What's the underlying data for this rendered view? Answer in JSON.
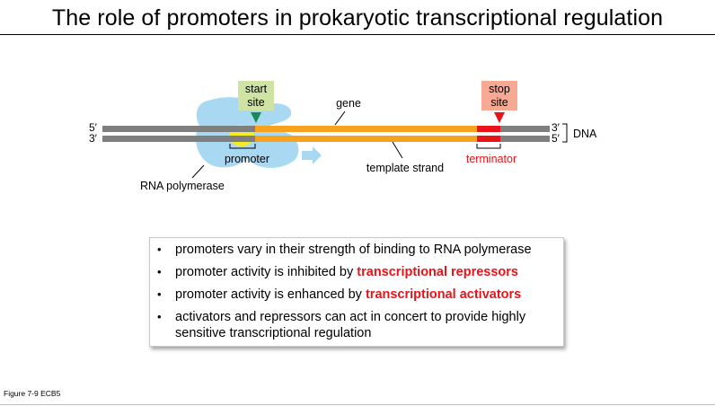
{
  "title": "The role of promoters in prokaryotic transcriptional regulation",
  "diagram": {
    "start_site": [
      "start",
      "site"
    ],
    "stop_site": [
      "stop",
      "site"
    ],
    "gene": "gene",
    "five_prime_top": "5′",
    "three_prime_bottom": "3′",
    "three_prime_right": "3′",
    "five_prime_right": "5′",
    "dna": "DNA",
    "promoter": "promoter",
    "rna_polymerase": "RNA polymerase",
    "template_strand": "template strand",
    "terminator": "terminator",
    "colors": {
      "dna_strand": "#7f7f7f",
      "gene_strand": "#f6a21e",
      "polymerase": "#a9d9f2",
      "promoter_spot": "#f4ec29",
      "start_box": "#cfe3a4",
      "start_arrow": "#1a8a55",
      "stop_box": "#f7a994",
      "stop_arrow": "#e8141a",
      "terminator": "#e8141a"
    }
  },
  "bullets": [
    {
      "text": "promoters vary in their strength of binding to RNA polymerase",
      "emphasis": ""
    },
    {
      "text": "promoter activity is inhibited by ",
      "emphasis": "transcriptional repressors"
    },
    {
      "text": "promoter activity is enhanced by ",
      "emphasis": "transcriptional activators"
    },
    {
      "text": "activators and repressors can act in concert to provide highly sensitive transcriptional regulation",
      "emphasis": ""
    }
  ],
  "bullet_symbol": "•",
  "figure_label": "Figure 7-9 ECB5"
}
